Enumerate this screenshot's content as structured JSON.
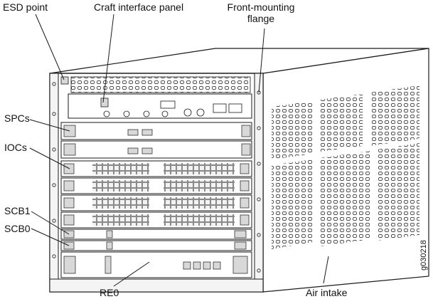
{
  "callouts": {
    "esd_point": "ESD point",
    "craft_interface_panel": "Craft interface panel",
    "front_mounting_flange_line1": "Front-mounting",
    "front_mounting_flange_line2": "flange",
    "spcs": "SPCs",
    "iocs": "IOCs",
    "scb1": "SCB1",
    "scb0": "SCB0",
    "re0": "RE0",
    "air_intake": "Air intake"
  },
  "figure_id": "g030218",
  "colors": {
    "line": "#1a1a1a",
    "shade": "#d8d8d8",
    "port": "#bdbdbd",
    "background": "#ffffff"
  }
}
